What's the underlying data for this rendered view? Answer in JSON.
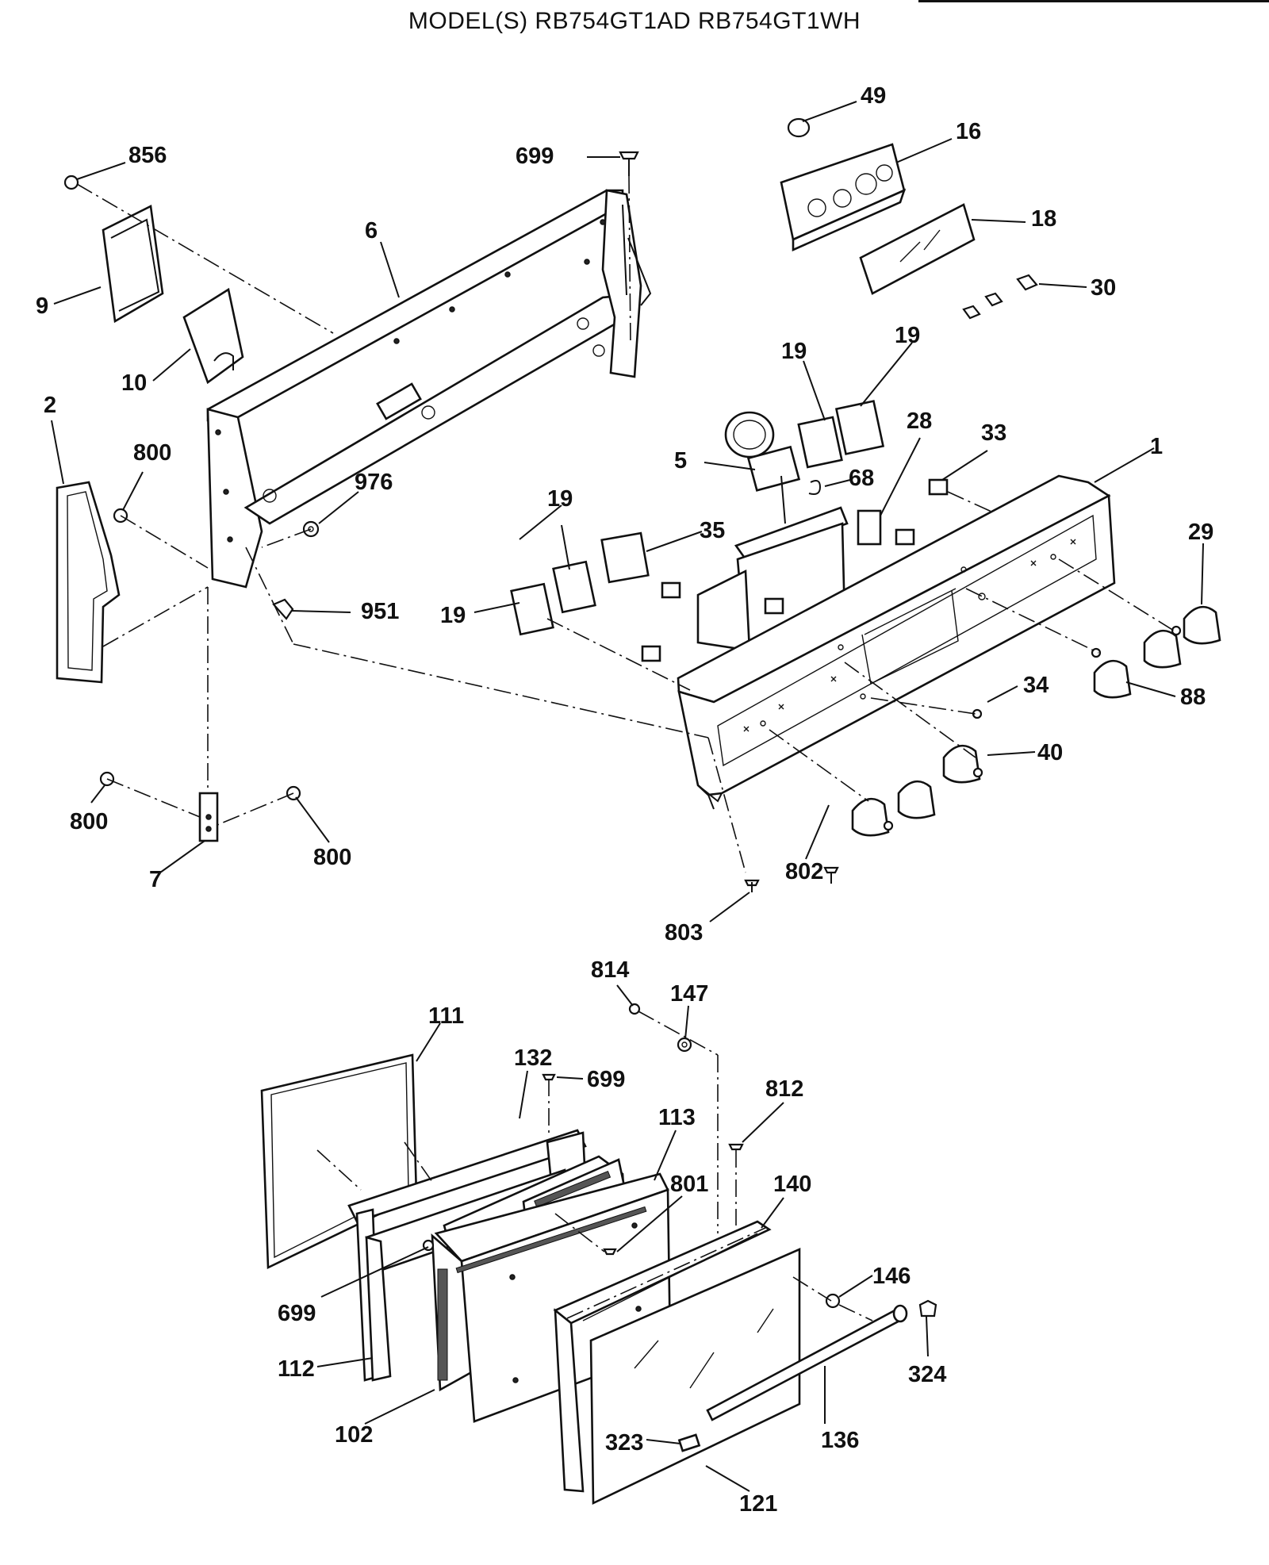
{
  "title": "MODEL(S) RB754GT1AD  RB754GT1WH",
  "labels": {
    "l49": "49",
    "l16": "16",
    "l856": "856",
    "l699a": "699",
    "l18": "18",
    "l6": "6",
    "l30": "30",
    "l9": "9",
    "l19a": "19",
    "l19b": "19",
    "l10": "10",
    "l2": "2",
    "l28": "28",
    "l33": "33",
    "l1": "1",
    "l800a": "800",
    "l5": "5",
    "l68": "68",
    "l976": "976",
    "l19c": "19",
    "l35": "35",
    "l29": "29",
    "l951": "951",
    "l19d": "19",
    "l34": "34",
    "l88": "88",
    "l40": "40",
    "l800b": "800",
    "l800c": "800",
    "l7": "7",
    "l802": "802",
    "l803": "803",
    "l814": "814",
    "l147": "147",
    "l111": "111",
    "l132": "132",
    "l699b": "699",
    "l812": "812",
    "l113": "113",
    "l801": "801",
    "l140": "140",
    "l699c": "699",
    "l146": "146",
    "l112": "112",
    "l324": "324",
    "l102": "102",
    "l136": "136",
    "l323": "323",
    "l121": "121"
  }
}
